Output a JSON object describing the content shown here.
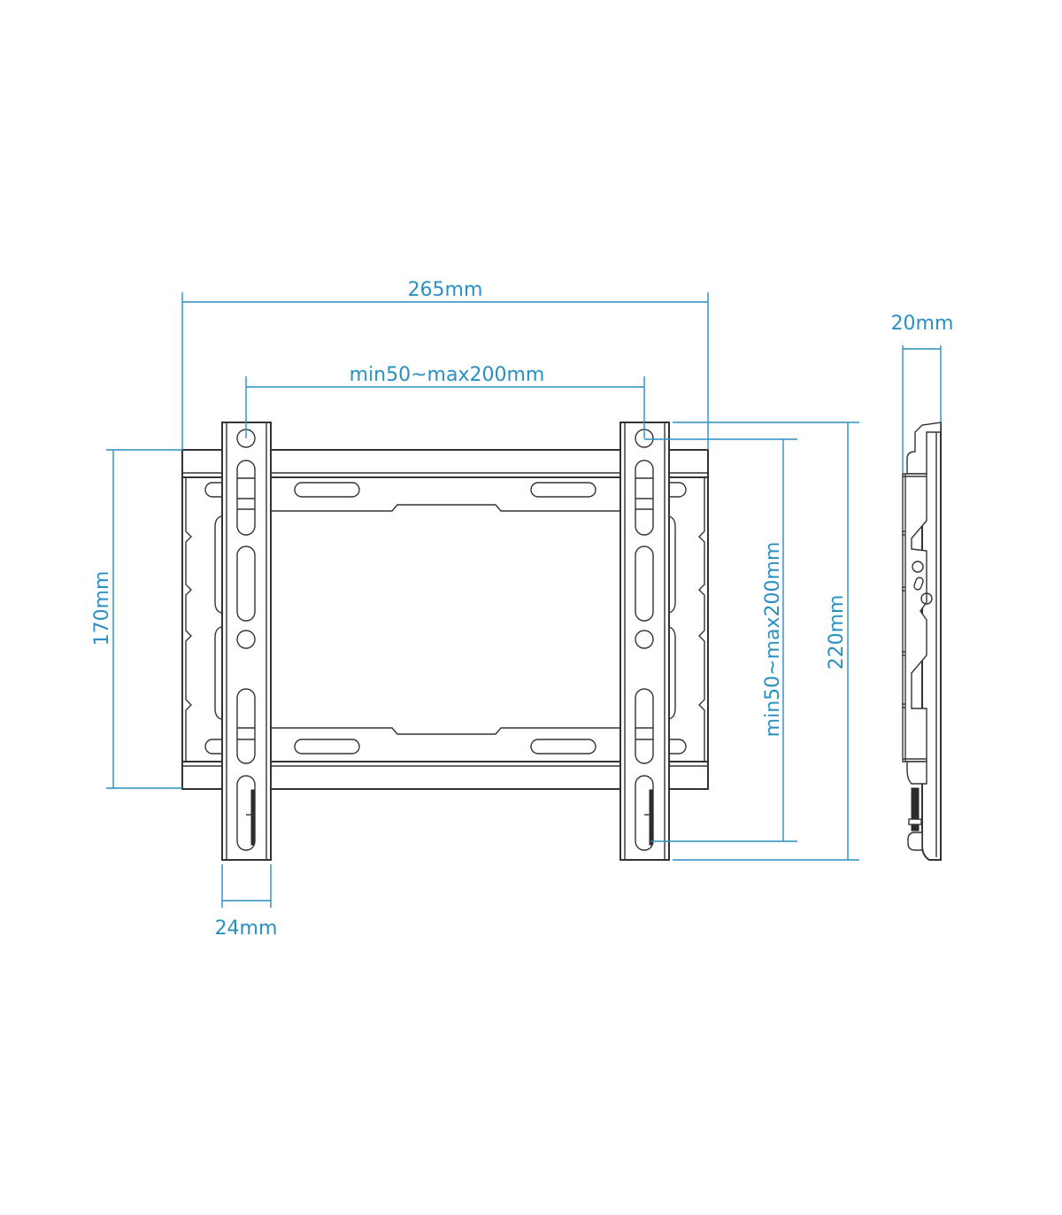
{
  "diagram": {
    "type": "technical-drawing",
    "subject": "fixed TV wall mount bracket",
    "accent_color": "#2a8fc1",
    "line_color": "#333333",
    "views": [
      "front-view",
      "side-view"
    ]
  },
  "dimensions": {
    "overall_width": "265mm",
    "vesa_horizontal": "min50~max200mm",
    "wall_plate_height": "170mm",
    "vesa_vertical": "min50~max200mm",
    "overall_height": "220mm",
    "arm_width": "24mm",
    "depth": "20mm"
  }
}
